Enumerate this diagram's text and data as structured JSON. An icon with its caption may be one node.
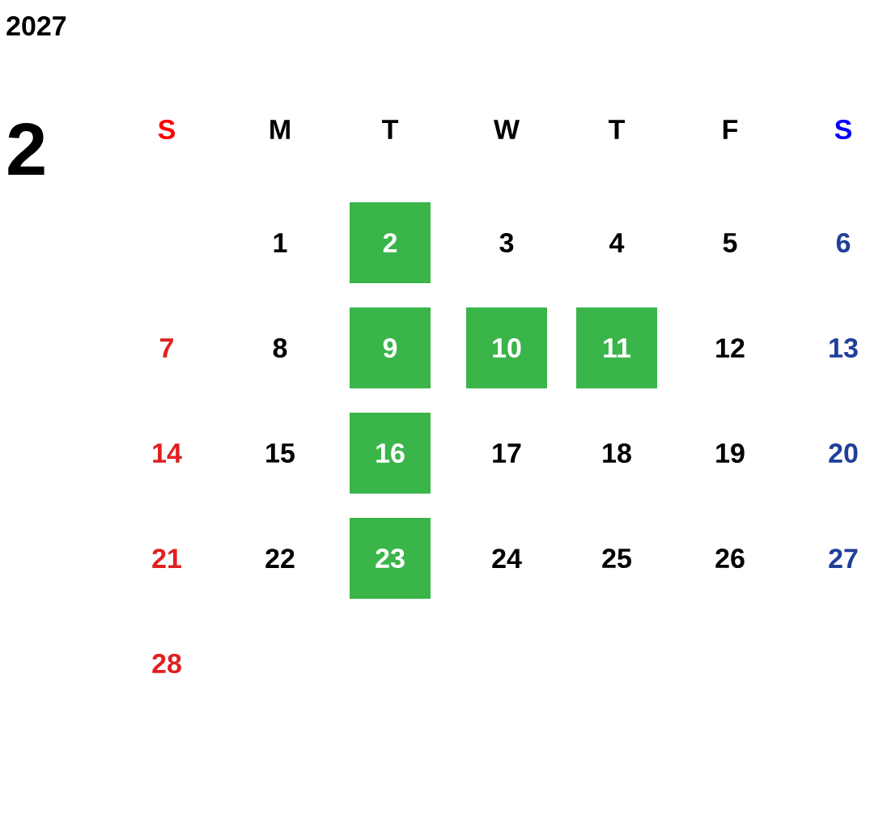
{
  "diagram": {
    "title": "2027",
    "nodes": [
      {
        "text": [
          "2"
        ]
      },
      {
        "text": [
          "9"
        ]
      },
      {
        "text": [
          "10"
        ]
      },
      {
        "text": [
          "11"
        ]
      },
      {
        "text": [
          "16"
        ]
      },
      {
        "text": [
          "23"
        ]
      }
    ],
    "labels": [
      "2",
      "S",
      "M",
      "T",
      "W",
      "T",
      "F",
      "S",
      "1",
      "3",
      "4",
      "5",
      "6",
      "7",
      "8",
      "12",
      "13",
      "14",
      "15",
      "17",
      "18",
      "19",
      "20",
      "21",
      "22",
      "24",
      "25",
      "26",
      "27",
      "28"
    ]
  }
}
